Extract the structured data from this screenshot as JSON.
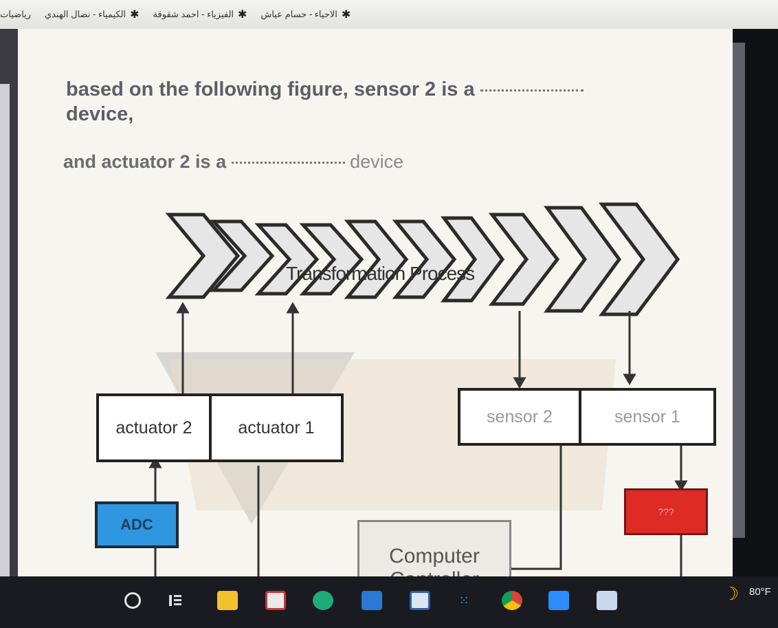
{
  "bookmarks": [
    {
      "label": "رياضيات"
    },
    {
      "label": "الكيمياء - نضال الهندي"
    },
    {
      "label": "الفيزياء - احمد شقوقة"
    },
    {
      "label": "الاحياء - حسام عياش"
    }
  ],
  "question": {
    "line1": "based on the following figure, sensor 2 is a",
    "line1_end": "device,",
    "line2_start": "and actuator 2 is a",
    "line2_end": "device"
  },
  "diagram": {
    "process_label": "Transformation Process",
    "actuator2": "actuator 2",
    "actuator1": "actuator 1",
    "sensor2": "sensor 2",
    "sensor1": "sensor 1",
    "adc": "ADC",
    "unknown": "???",
    "controller_line1": "Computer",
    "controller_line2": "Controller"
  },
  "taskbar": {
    "temperature": "80°F",
    "icons": [
      "start-circle-icon",
      "task-view-icon",
      "file-explorer-icon",
      "store-icon",
      "edge-browser-icon",
      "mail-icon",
      "word-icon",
      "dots-icon",
      "chrome-icon",
      "zoom-icon",
      "notepad-icon"
    ]
  },
  "colors": {
    "adc": "#2f96e0",
    "unknown_box": "#de2b26",
    "page_bg": "#f6f5ef"
  }
}
